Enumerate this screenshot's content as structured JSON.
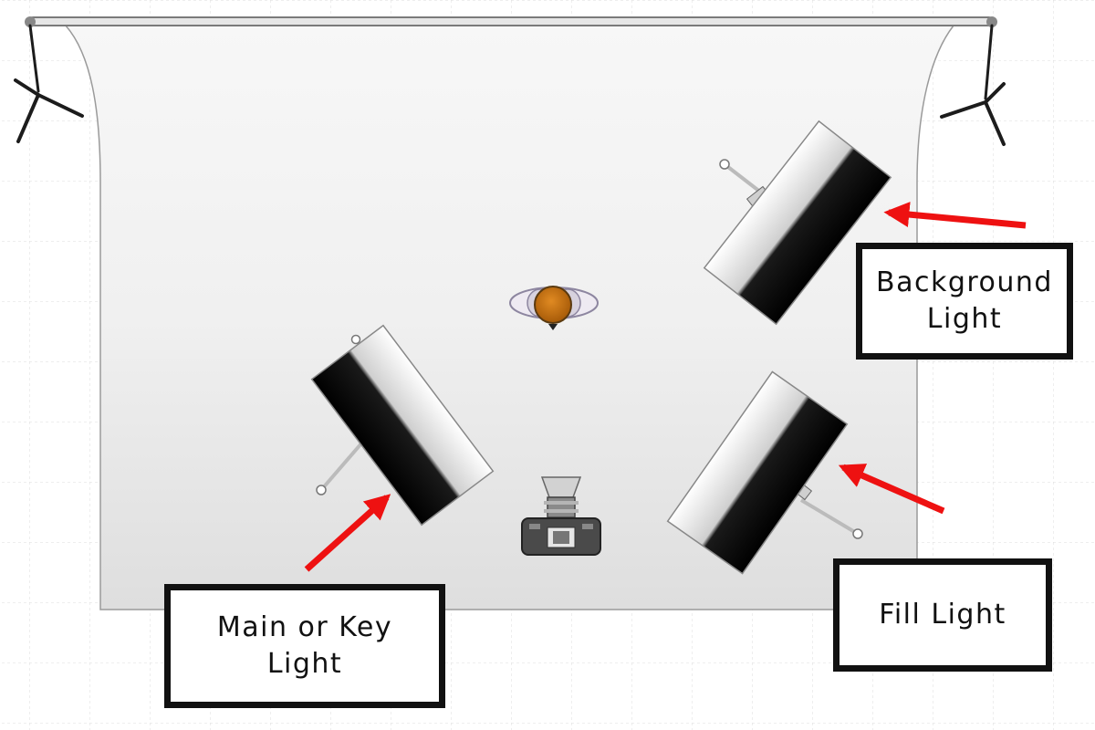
{
  "callouts": {
    "background": {
      "line1": "Background",
      "line2": "Light"
    },
    "fill": {
      "line1": "Fill Light"
    },
    "key": {
      "line1": "Main or Key",
      "line2": "Light"
    }
  },
  "colors": {
    "arrow": "#ee1111",
    "subject": "#c8730e",
    "backdrop": "#e9e9e9",
    "grid": "#dddddd",
    "softbox_dark": "#0d0d0d",
    "softbox_light": "#f4f4f4",
    "stand": "#1c1c1c"
  },
  "icons": [
    "light-stand-icon",
    "softbox-icon",
    "subject-icon",
    "camera-icon",
    "arrow-icon"
  ]
}
